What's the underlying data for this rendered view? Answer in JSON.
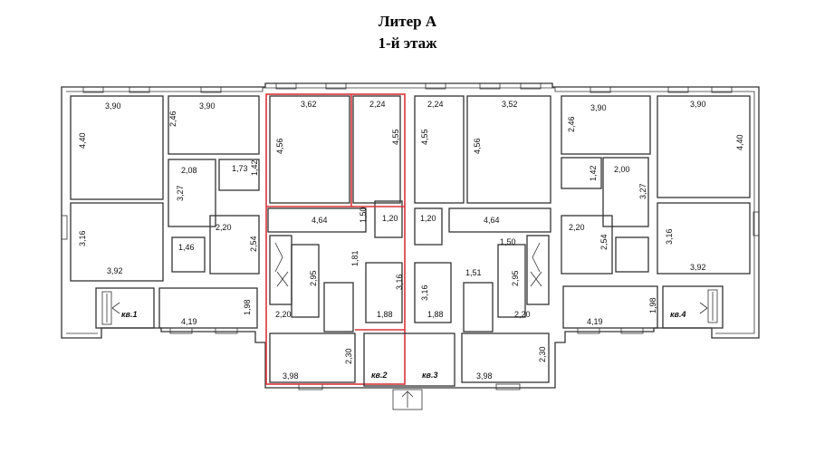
{
  "header": {
    "title": "Литер А",
    "subtitle": "1-й этаж"
  },
  "colors": {
    "highlight": "#d9343a",
    "lines": "#333333"
  },
  "dims": {
    "l1": "3,90",
    "l2": "4,40",
    "l3": "2,46",
    "l4": "3,90",
    "l5": "2,08",
    "l6": "1,73",
    "l7": "1,42",
    "l8": "3,27",
    "l9": "2,20",
    "l10": "3,16",
    "l11": "1,46",
    "l12": "2,54",
    "l13": "3,92",
    "l14": "1,98",
    "l15": "4,19",
    "c1": "3,62",
    "c2": "2,24",
    "c3": "4,56",
    "c4": "4,55",
    "c5": "4,64",
    "c6": "1,50",
    "c7": "1,20",
    "c8": "2,95",
    "c9": "1,81",
    "c10": "3,16",
    "c11": "2,20",
    "c12": "1,88",
    "c13": "2,30",
    "c14": "3,98",
    "d1": "2,24",
    "d2": "3,52",
    "d3": "4,55",
    "d4": "4,56",
    "d5": "1,20",
    "d6": "4,64",
    "d7": "1,50",
    "d8": "3,16",
    "d9": "1,51",
    "d10": "2,95",
    "d11": "1,88",
    "d12": "2,20",
    "d13": "2,30",
    "d14": "3,98",
    "r1": "3,90",
    "r2": "3,90",
    "r3": "2,46",
    "r4": "4,40",
    "r5": "1,42",
    "r6": "2,00",
    "r7": "3,27",
    "r8": "2,20",
    "r9": "2,54",
    "r10": "3,16",
    "r11": "3,92",
    "r12": "1,98",
    "r13": "4,19"
  },
  "apartments": {
    "a1": "кв.1",
    "a2": "кв.2",
    "a3": "кв.3",
    "a4": "кв.4"
  }
}
